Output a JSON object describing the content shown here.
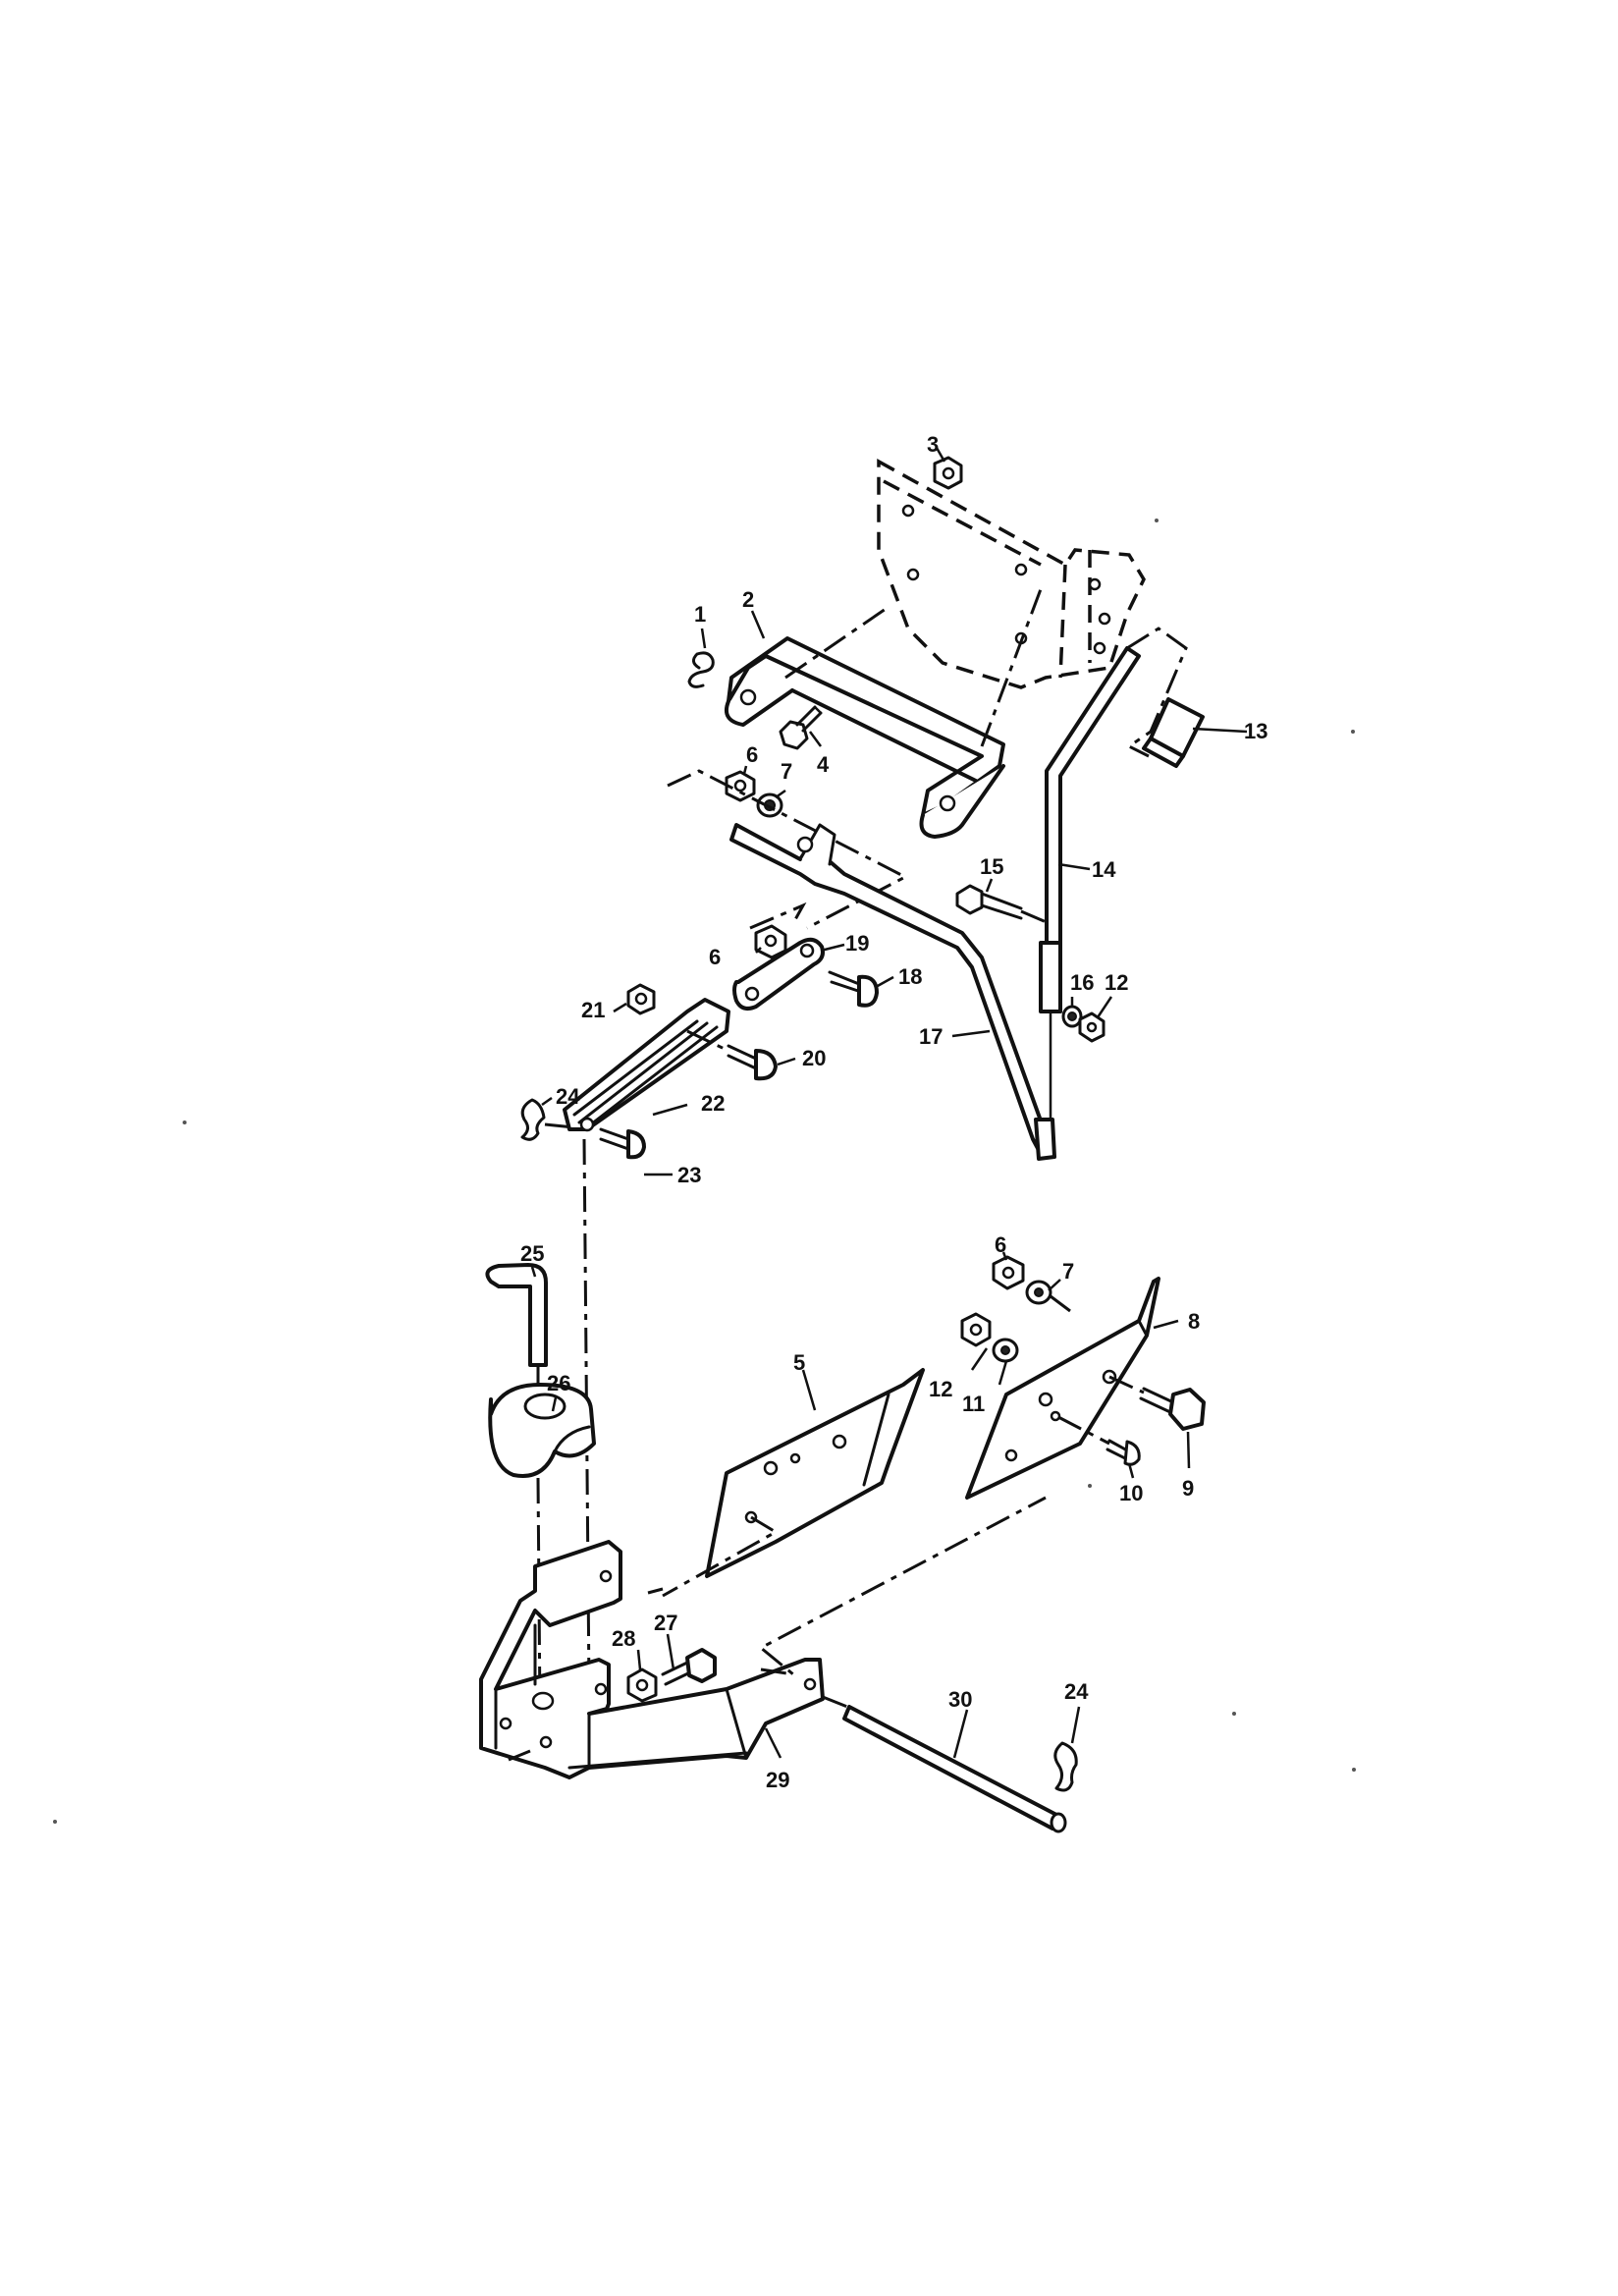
{
  "callouts": [
    {
      "key": "c1",
      "label": "1"
    },
    {
      "key": "c2",
      "label": "2"
    },
    {
      "key": "c3",
      "label": "3"
    },
    {
      "key": "c4",
      "label": "4"
    },
    {
      "key": "c5",
      "label": "5"
    },
    {
      "key": "c6a",
      "label": "6"
    },
    {
      "key": "c6b",
      "label": "6"
    },
    {
      "key": "c6c",
      "label": "6"
    },
    {
      "key": "c7a",
      "label": "7"
    },
    {
      "key": "c7b",
      "label": "7"
    },
    {
      "key": "c8",
      "label": "8"
    },
    {
      "key": "c9",
      "label": "9"
    },
    {
      "key": "c10",
      "label": "10"
    },
    {
      "key": "c11",
      "label": "11"
    },
    {
      "key": "c12a",
      "label": "12"
    },
    {
      "key": "c12b",
      "label": "12"
    },
    {
      "key": "c13",
      "label": "13"
    },
    {
      "key": "c14",
      "label": "14"
    },
    {
      "key": "c15",
      "label": "15"
    },
    {
      "key": "c16",
      "label": "16"
    },
    {
      "key": "c17",
      "label": "17"
    },
    {
      "key": "c18",
      "label": "18"
    },
    {
      "key": "c19",
      "label": "19"
    },
    {
      "key": "c20",
      "label": "20"
    },
    {
      "key": "c21",
      "label": "21"
    },
    {
      "key": "c22",
      "label": "22"
    },
    {
      "key": "c23",
      "label": "23"
    },
    {
      "key": "c24a",
      "label": "24"
    },
    {
      "key": "c24b",
      "label": "24"
    },
    {
      "key": "c25",
      "label": "25"
    },
    {
      "key": "c26",
      "label": "26"
    },
    {
      "key": "c27",
      "label": "27"
    },
    {
      "key": "c28",
      "label": "28"
    },
    {
      "key": "c29",
      "label": "29"
    },
    {
      "key": "c30",
      "label": "30"
    }
  ]
}
